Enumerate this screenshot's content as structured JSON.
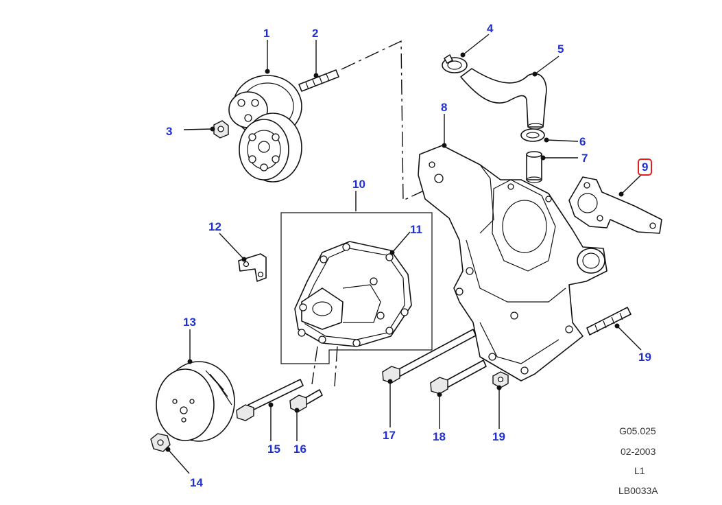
{
  "diagram": {
    "accent_color": "#1f2fd0",
    "highlight_color": "#e02020",
    "callouts": [
      {
        "label": "1"
      },
      {
        "label": "2"
      },
      {
        "label": "3"
      },
      {
        "label": "4"
      },
      {
        "label": "5"
      },
      {
        "label": "6"
      },
      {
        "label": "7"
      },
      {
        "label": "8"
      },
      {
        "label": "9"
      },
      {
        "label": "10"
      },
      {
        "label": "11",
        "highlighted": true
      },
      {
        "label": "12"
      },
      {
        "label": "13"
      },
      {
        "label": "14"
      },
      {
        "label": "15"
      },
      {
        "label": "16"
      },
      {
        "label": "17"
      },
      {
        "label": "18"
      },
      {
        "label": "19"
      },
      {
        "label": "19"
      }
    ],
    "info": {
      "line1": "G05.025",
      "line2": "02-2003",
      "line3": "L1",
      "line4": "LB0033A"
    }
  }
}
